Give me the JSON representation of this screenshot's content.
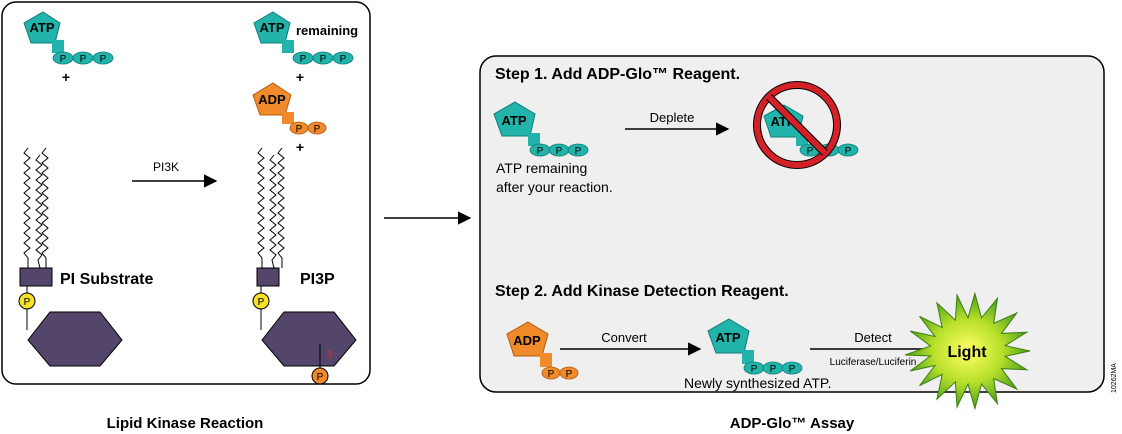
{
  "left_panel": {
    "caption": "Lipid Kinase Reaction",
    "atp_label": "ATP",
    "phosphate_label": "P",
    "plus": "+",
    "remaining_label": "remaining",
    "adp_label": "ADP",
    "enzyme_label": "PI3K",
    "substrate_label": "PI Substrate",
    "product_label": "PI3P",
    "position_number": "3"
  },
  "right_panel": {
    "caption": "ADP-Glo™ Assay",
    "step1_title": "Step 1. Add ADP-Glo™ Reagent.",
    "step1_atp_label": "ATP",
    "deplete_label": "Deplete",
    "atp_remaining_line1": "ATP remaining",
    "atp_remaining_line2": "after your reaction.",
    "step2_title": "Step 2. Add Kinase Detection Reagent.",
    "adp_label": "ADP",
    "convert_label": "Convert",
    "new_atp_label": "ATP",
    "newly_synthesized": "Newly synthesized ATP.",
    "detect_label": "Detect",
    "luciferase_label": "Luciferase/Luciferin",
    "light_label": "Light"
  },
  "catalog_code": "10262MA",
  "colors": {
    "atp_teal": "#22b3aa",
    "adp_orange": "#f08a2a",
    "substrate_purple": "#54466a",
    "phosphate_yellow": "#f5e12a",
    "prohibit_red": "#d42027",
    "light_green": "#9bd12a",
    "panel_gray": "#efefef"
  }
}
